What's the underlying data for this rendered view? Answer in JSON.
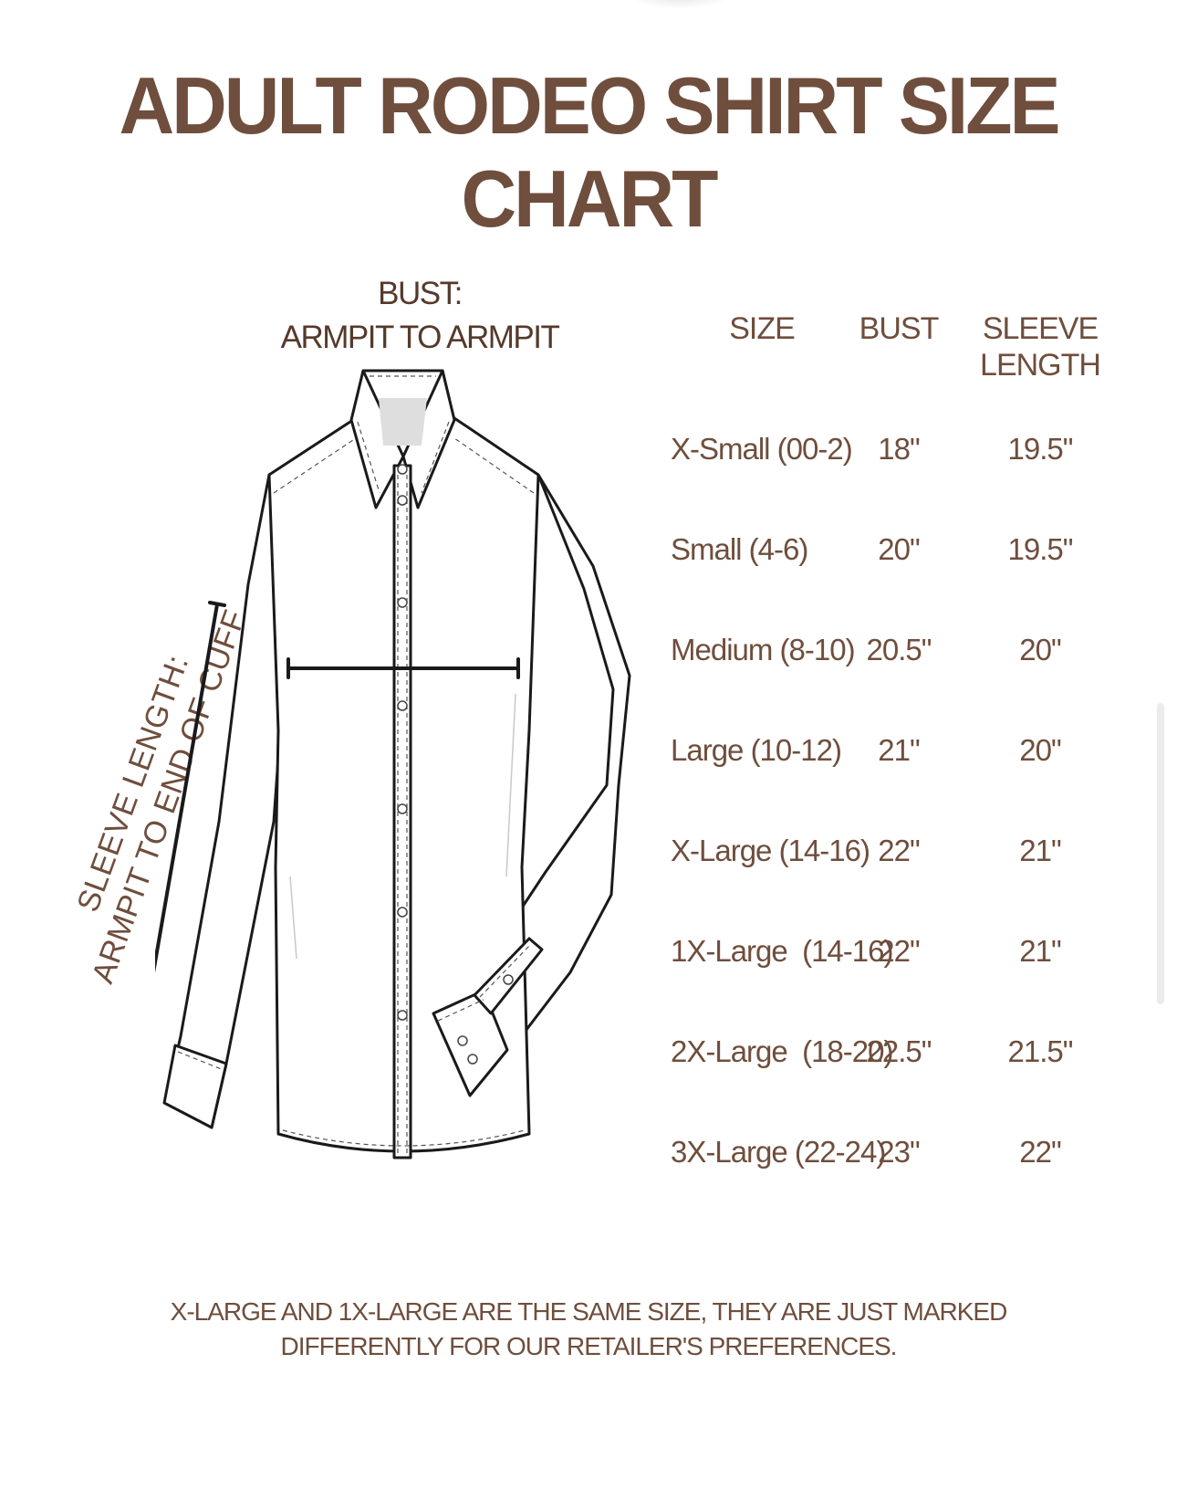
{
  "title": "ADULT RODEO SHIRT SIZE CHART",
  "bust_label": {
    "line1": "BUST:",
    "line2": "ARMPIT TO ARMPIT"
  },
  "sleeve_label": {
    "line1": "SLEEVE LENGTH:",
    "line2": "ARMPIT TO END OF CUFF"
  },
  "table": {
    "headers": {
      "size": "SIZE",
      "bust": "BUST",
      "sleeve_line1": "SLEEVE",
      "sleeve_line2": "LENGTH"
    },
    "rows": [
      {
        "size": "X-Small (00-2)",
        "bust": "18\"",
        "sleeve": "19.5\""
      },
      {
        "size": "Small (4-6)",
        "bust": "20\"",
        "sleeve": "19.5\""
      },
      {
        "size": "Medium (8-10)",
        "bust": "20.5\"",
        "sleeve": "20\""
      },
      {
        "size": "Large (10-12)",
        "bust": "21\"",
        "sleeve": "20\""
      },
      {
        "size": "X-Large (14-16)",
        "bust": "22\"",
        "sleeve": "21\""
      },
      {
        "size": "1X-Large  (14-16)",
        "bust": "22\"",
        "sleeve": "21\""
      },
      {
        "size": "2X-Large  (18-20)",
        "bust": "22.5\"",
        "sleeve": "21.5\""
      },
      {
        "size": "3X-Large (22-24)",
        "bust": "23\"",
        "sleeve": "22\""
      }
    ]
  },
  "footnote": {
    "line1": "X-LARGE AND 1X-LARGE ARE THE SAME SIZE, THEY ARE JUST MARKED",
    "line2": "DIFFERENTLY FOR OUR RETAILER'S PREFERENCES."
  },
  "colors": {
    "brand_brown": "#6f4e3d",
    "dark_brown": "#553a2c",
    "outline": "#1a1a1a"
  },
  "icons": [
    "shirt-illustration-icon",
    "shirt-button-icon"
  ]
}
